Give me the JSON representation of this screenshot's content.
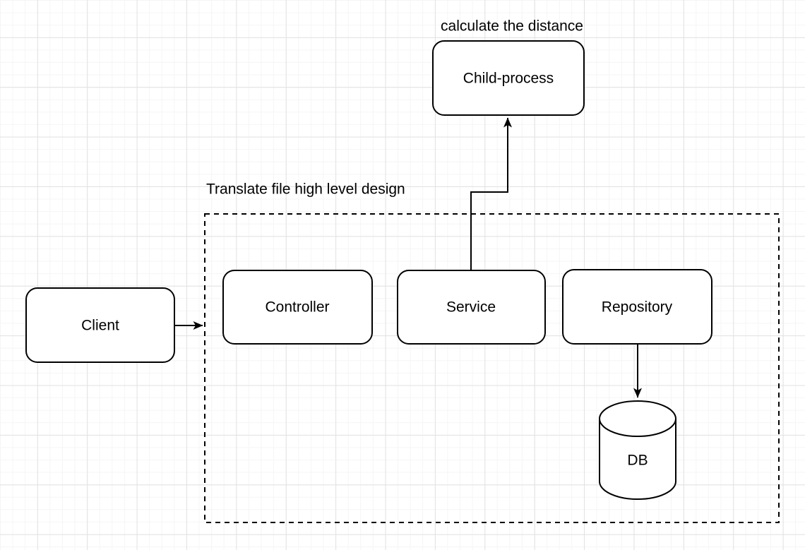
{
  "canvas": {
    "colors": {
      "background": "#ffffff",
      "grid_minor": "#f5f5f5",
      "grid_major": "#e2e2e2",
      "stroke": "#000000",
      "text": "#000000"
    }
  },
  "captions": {
    "child_process_note": "calculate the distance",
    "container_title": "Translate file high level design"
  },
  "nodes": {
    "client": {
      "label": "Client",
      "shape": "rounded-rectangle"
    },
    "controller": {
      "label": "Controller",
      "shape": "rounded-rectangle"
    },
    "service": {
      "label": "Service",
      "shape": "rounded-rectangle"
    },
    "repository": {
      "label": "Repository",
      "shape": "rounded-rectangle"
    },
    "child_process": {
      "label": "Child-process",
      "shape": "rounded-rectangle"
    },
    "db": {
      "label": "DB",
      "shape": "cylinder"
    }
  },
  "edges": [
    {
      "from": "client",
      "to": "container",
      "style": "solid-arrow"
    },
    {
      "from": "service",
      "to": "child_process",
      "style": "solid-arrow-elbow"
    },
    {
      "from": "repository",
      "to": "db",
      "style": "solid-arrow"
    }
  ]
}
